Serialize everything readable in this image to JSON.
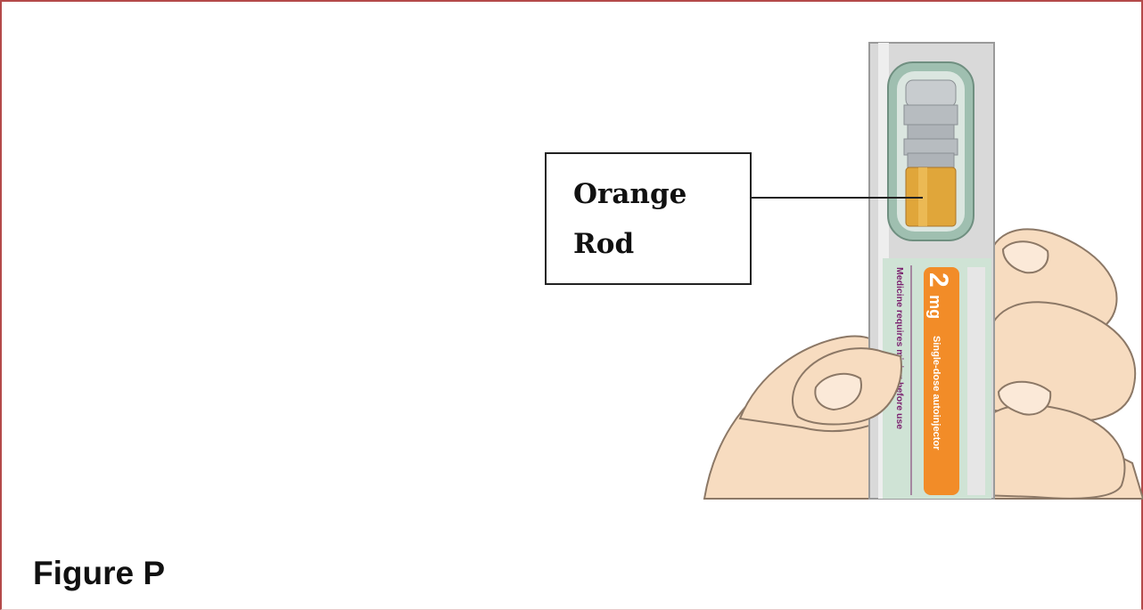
{
  "callout": {
    "label": "Orange Rod"
  },
  "callout_lines": [
    "Orange",
    "Rod"
  ],
  "pen_label": {
    "dose": "2 mg",
    "dose_number": "2",
    "dose_unit": "mg",
    "product": "Single-dose autoinjector",
    "instruction": "Medicine requires mixing before use"
  },
  "figure_title": "Figure P",
  "colors": {
    "orange": "#f28c28",
    "rod": "#e0a63a",
    "pen_body": "#d9d9d9",
    "label_green": "#cfe3d5",
    "skin": "#f7dcc0",
    "skin_outline": "#8c7866",
    "frame": "#b44a4a"
  }
}
